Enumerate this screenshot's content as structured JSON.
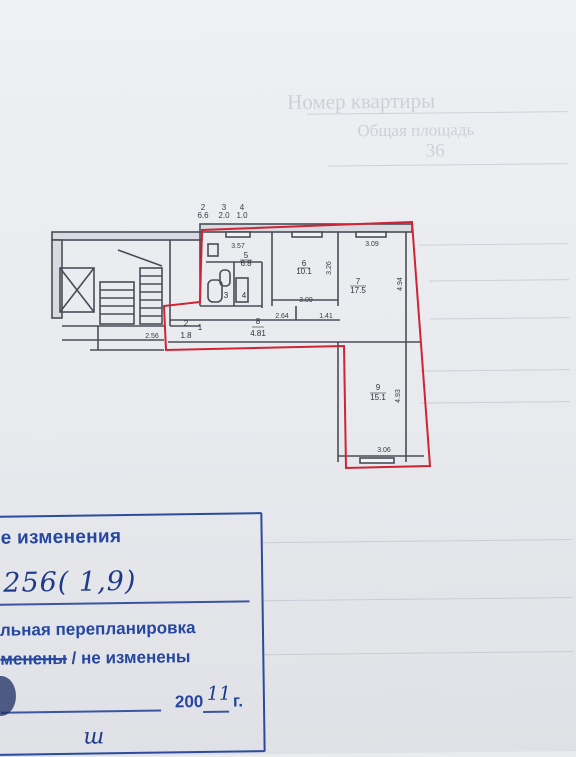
{
  "plan": {
    "top_labels": [
      "2",
      "6.6",
      "3",
      "2.0",
      "4",
      "1.0"
    ],
    "dimensions": {
      "d_357": "3.57",
      "d_309_top": "3.09",
      "d_326": "3.26",
      "d_494": "4.94",
      "d_309_mid": "3.09",
      "d_264": "2.64",
      "d_141": "1.41",
      "d_256": "2.56",
      "d_493": "4.93",
      "d_306": "3.06"
    },
    "rooms": [
      {
        "num": "5",
        "area": "6.8"
      },
      {
        "num": "6",
        "area": "10.1"
      },
      {
        "num": "7",
        "area": "17.5"
      },
      {
        "num": "3",
        "area": ""
      },
      {
        "num": "4",
        "area": ""
      },
      {
        "num": "8",
        "area": "4.81"
      },
      {
        "num": "9",
        "area": "15.1"
      },
      {
        "num": "2",
        "area": "1.8"
      },
      {
        "num": "1",
        "area": ""
      }
    ]
  },
  "stamp": {
    "title": "е изменения",
    "handwritten_number": "256( 1,9)",
    "line1": "льная перепланировка",
    "line2_struck": "менены",
    "line2_rest": " / не изменены",
    "year": "200",
    "year_hand": "11",
    "year_suffix": "г.",
    "bottom_hand": "ш"
  },
  "background_text": {
    "r1": "Номер квартиры",
    "r2": "Общая площадь",
    "r3": "36"
  },
  "colors": {
    "paper": "#e9ebef",
    "red_outline": "#d02434",
    "stamp_blue": "#26479f",
    "ink": "#3a3d47"
  }
}
